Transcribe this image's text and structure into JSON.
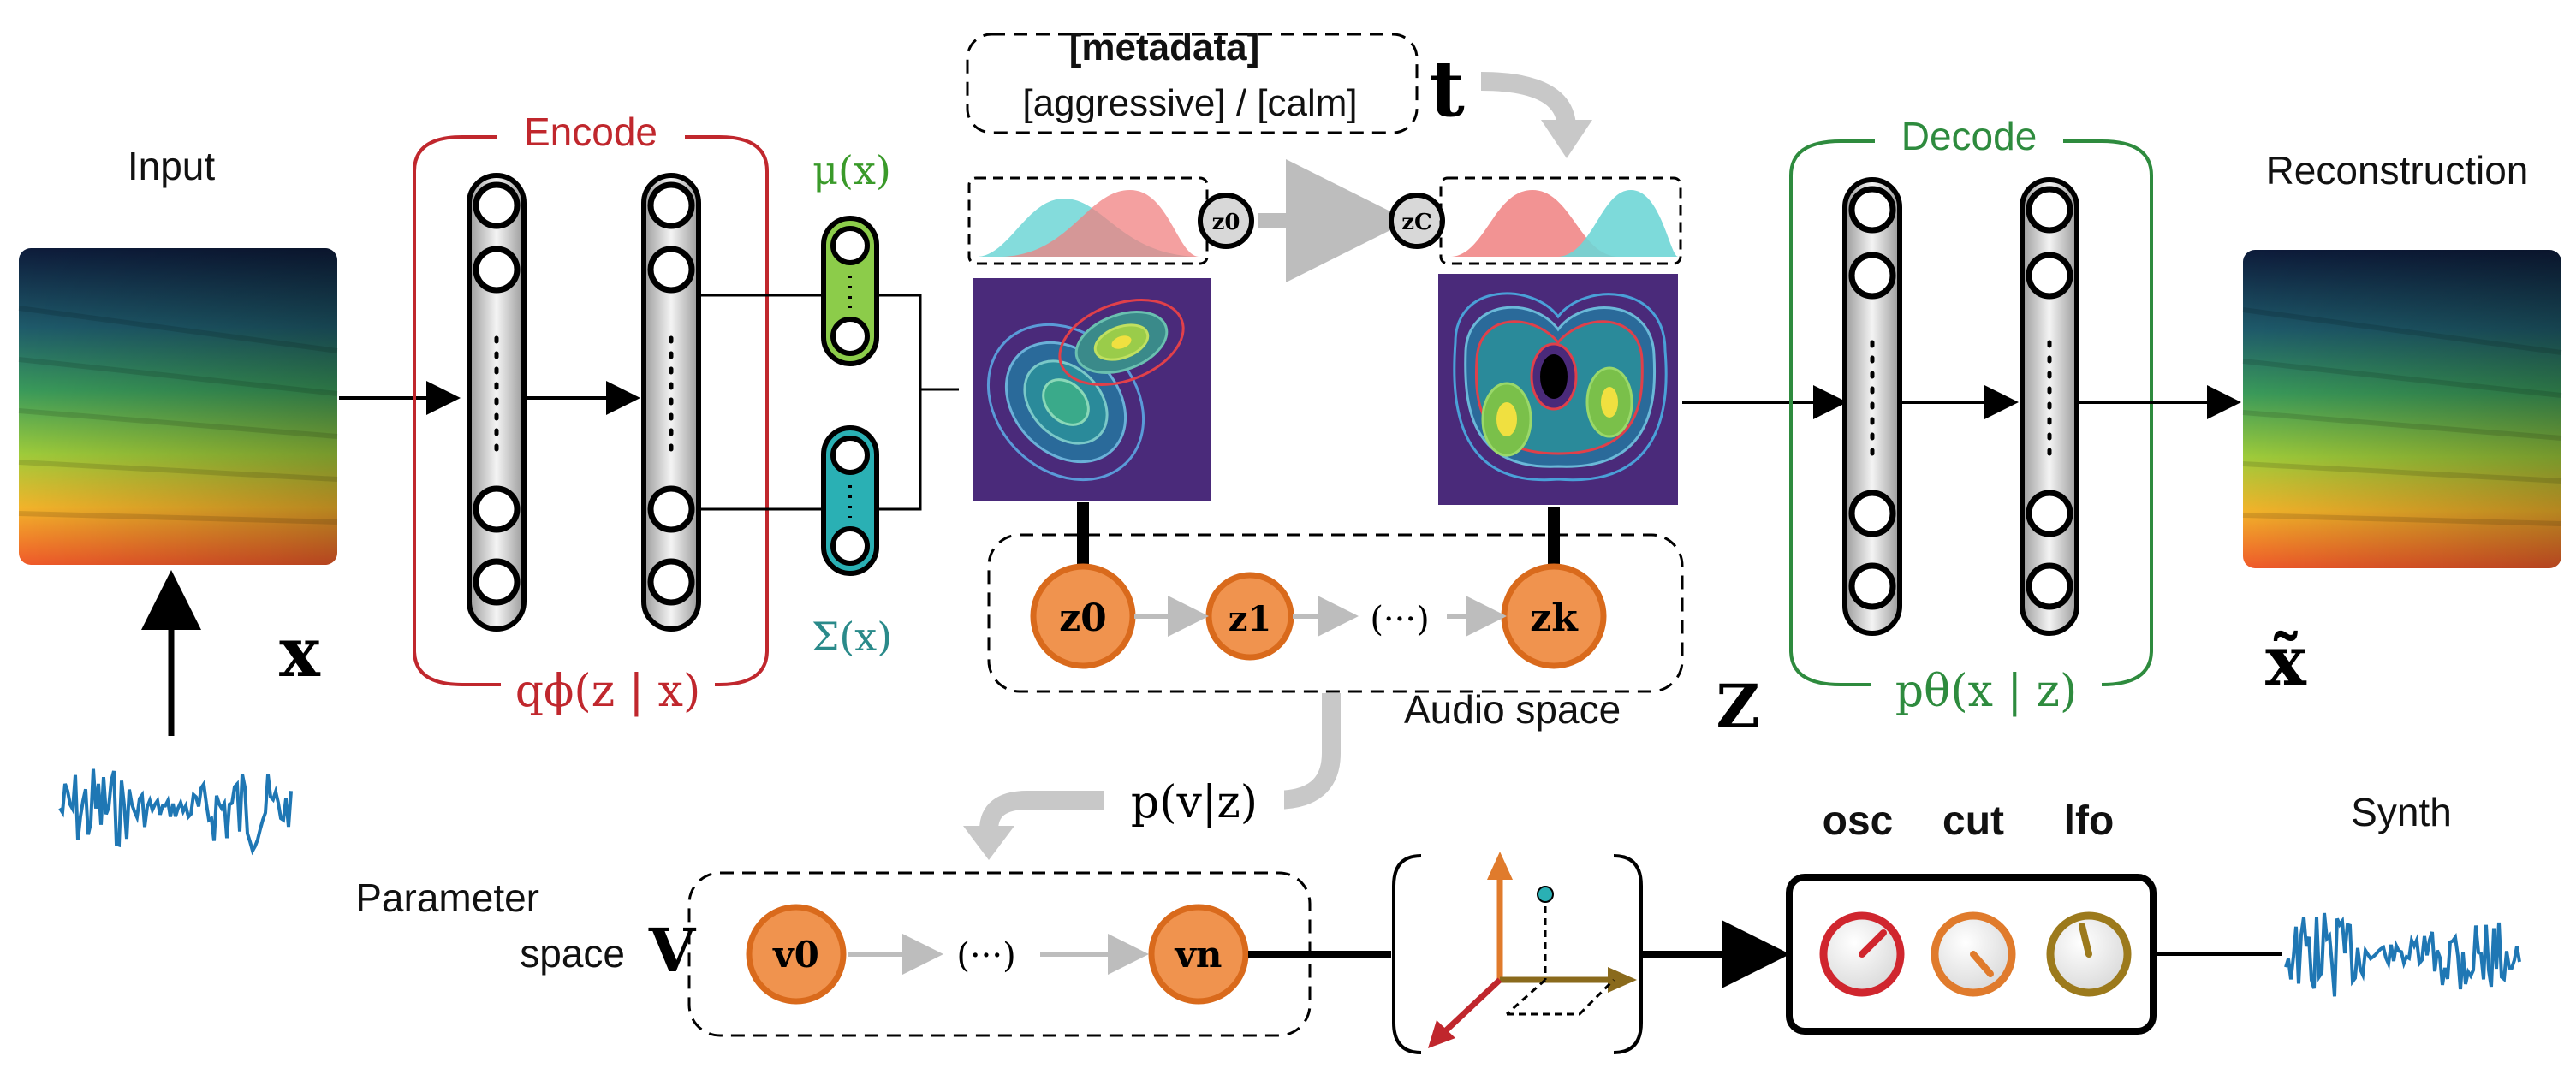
{
  "labels": {
    "input": "Input",
    "reconstruction": "Reconstruction",
    "encode": "Encode",
    "decode": "Decode",
    "synth": "Synth",
    "metadata": "[metadata]",
    "metadata_values": "[aggressive] / [calm]",
    "audio_space": "Audio space",
    "parameter_space_line1": "Parameter",
    "parameter_space_line2": "space"
  },
  "math": {
    "x": "x",
    "x_tilde": "x̃",
    "t": "t",
    "z_space": "Z",
    "v_space": "V",
    "mu": "μ(x)",
    "sigma": "Σ(x)",
    "q_phi": "qϕ(z | x)",
    "p_theta": "pθ(x | z)",
    "p_v_given_z": "p(v|z)",
    "z0_small": "z0",
    "zc_small": "zC",
    "z_chain": [
      "z0",
      "z1",
      "(···)",
      "zk"
    ],
    "v_chain": [
      "v0",
      "(···)",
      "vn"
    ]
  },
  "knobs": [
    {
      "label": "osc",
      "color": "#d0262e"
    },
    {
      "label": "cut",
      "color": "#e07b2c"
    },
    {
      "label": "lfo",
      "color": "#9c7a1c"
    }
  ],
  "colors": {
    "encode": "#c0272d",
    "decode": "#2e8b3e",
    "mu": "#7cc242",
    "sigma": "#2ab0b4",
    "latent_node": "#f0934e",
    "latent_node_border": "#d96a1c",
    "waveform": "#1f77b4",
    "gaussian_red": "#f08080",
    "gaussian_cyan": "#6fd6d6",
    "density_bg": "#4a2a7a"
  }
}
